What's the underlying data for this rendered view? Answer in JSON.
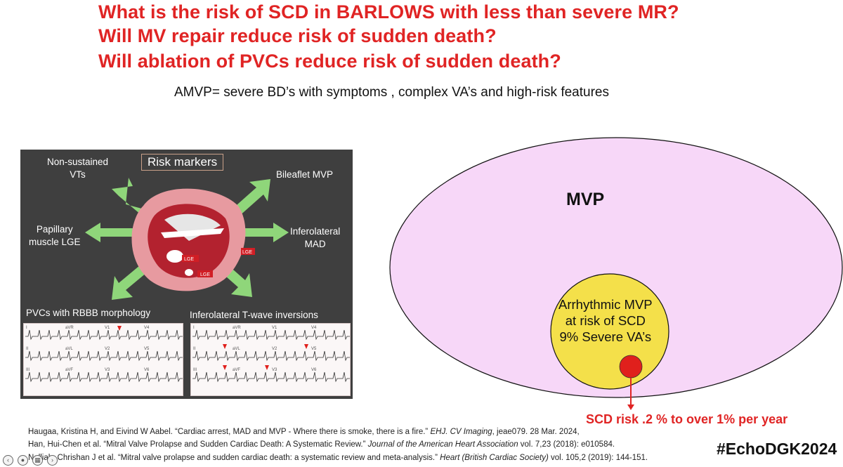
{
  "title": {
    "q1": "What is the risk of SCD in BARLOWS with less than severe MR?",
    "q2": "Will MV repair reduce risk of sudden death?",
    "q3": "Will ablation of PVCs reduce risk of sudden death?"
  },
  "amvp_definition": "AMVP= severe BD’s with symptoms , complex VA’s and high-risk features",
  "figure": {
    "title": "Risk markers",
    "labels": {
      "nsvt": "Non-sustained\nVTs",
      "bileaflet": "Bileaflet MVP",
      "papillary": "Papillary\nmuscle LGE",
      "inferolateral_mad": "Inferolateral\nMAD",
      "pvcs": "PVCs with RBBB morphology",
      "twave": "Inferolateral T-wave inversions",
      "lge": "LGE"
    },
    "ecg_leads_left": [
      "I",
      "aVR",
      "V1",
      "V4",
      "II",
      "aVL",
      "V2",
      "V5",
      "III",
      "aVF",
      "V3",
      "V6"
    ],
    "ecg_leads_right": [
      "I",
      "aVR",
      "V1",
      "V4",
      "II",
      "aVL",
      "V2",
      "V5",
      "III",
      "aVF",
      "V3",
      "V6"
    ]
  },
  "venn": {
    "outer_label": "MVP",
    "inner_label_lines": [
      "Arrhythmic MVP",
      "at risk of SCD",
      "9% Severe VA’s"
    ],
    "scd_label": "SCD risk .2 % to over 1% per year",
    "colors": {
      "outer_fill": "#f7d7f8",
      "inner_fill": "#f4e04a",
      "dot": "#e0201c",
      "accent_red": "#e02424"
    }
  },
  "references": [
    {
      "a": "Haugaa, Kristina H, and Eivind W Aabel. “Cardiac arrest, MAD and MVP - Where there is smoke, there is a fire.” ",
      "j": "EHJ. CV Imaging",
      "b": ", jeae079. 28 Mar. 2024,"
    },
    {
      "a": "Han, Hui-Chen et al. “Mitral Valve Prolapse and Sudden Cardiac Death: A Systematic Review.” ",
      "j": "Journal of the American Heart Association",
      "b": " vol. 7,23 (2018): e010584."
    },
    {
      "a": "Nalliah, Chrishan J et al. “Mitral valve prolapse and sudden cardiac death: a systematic review and meta-analysis.” ",
      "j": "Heart (British Cardiac Society)",
      "b": " vol. 105,2 (2019): 144-151."
    }
  ],
  "hashtag": "#EchoDGK2024",
  "nav_icons": [
    "prev-icon",
    "zoom-icon",
    "grid-icon",
    "next-icon"
  ]
}
